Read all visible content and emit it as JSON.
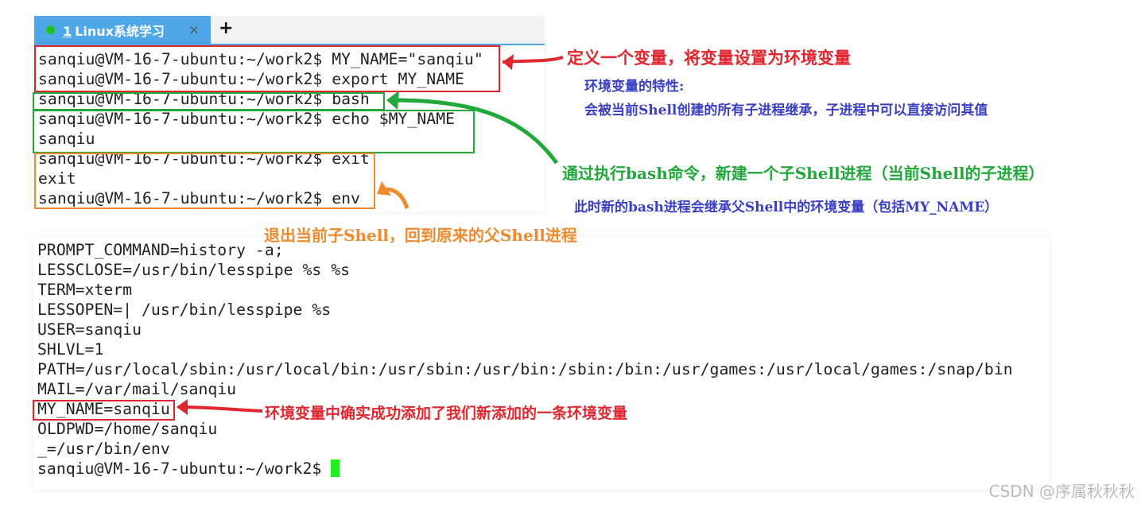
{
  "tab": {
    "index": "1",
    "title": "Linux系统学习",
    "close": "×",
    "new_tab": "+",
    "status_color": "#1fc11f"
  },
  "terminal_top": [
    "sanqiu@VM-16-7-ubuntu:~/work2$ MY_NAME=\"sanqiu\"",
    "sanqiu@VM-16-7-ubuntu:~/work2$ export MY_NAME",
    "sanqiu@VM-16-7-ubuntu:~/work2$ bash",
    "sanqiu@VM-16-7-ubuntu:~/work2$ echo $MY_NAME",
    "sanqiu",
    "sanqiu@VM-16-7-ubuntu:~/work2$ exit",
    "exit",
    "sanqiu@VM-16-7-ubuntu:~/work2$ env"
  ],
  "terminal_bottom": [
    "PROMPT_COMMAND=history -a;",
    "LESSCLOSE=/usr/bin/lesspipe %s %s",
    "TERM=xterm",
    "LESSOPEN=| /usr/bin/lesspipe %s",
    "USER=sanqiu",
    "SHLVL=1",
    "PATH=/usr/local/sbin:/usr/local/bin:/usr/sbin:/usr/bin:/sbin:/bin:/usr/games:/usr/local/games:/snap/bin",
    "MAIL=/var/mail/sanqiu",
    "MY_NAME=sanqiu",
    "OLDPWD=/home/sanqiu",
    "_=/usr/bin/env"
  ],
  "prompt": "sanqiu@VM-16-7-ubuntu:~/work2$ ",
  "annotations": {
    "define": "定义一个变量，将变量设置为环境变量",
    "feature_title": "环境变量的特性:",
    "feature_desc": "会被当前Shell创建的所有子进程继承，子进程中可以直接访问其值",
    "bash": "通过执行bash命令，新建一个子Shell进程（当前Shell的子进程）",
    "bash_inherit": "此时新的bash进程会继承父Shell中的环境变量（包括MY_NAME）",
    "exit": "退出当前子Shell，回到原来的父Shell进程",
    "env_result": "环境变量中确实成功添加了我们新添加的一条环境变量"
  },
  "colors": {
    "red": "#e0262e",
    "green": "#22a83a",
    "orange": "#f08a2c",
    "blue": "#3a3fc4",
    "cursor": "#22ee22"
  },
  "watermark": "CSDN @序属秋秋秋"
}
